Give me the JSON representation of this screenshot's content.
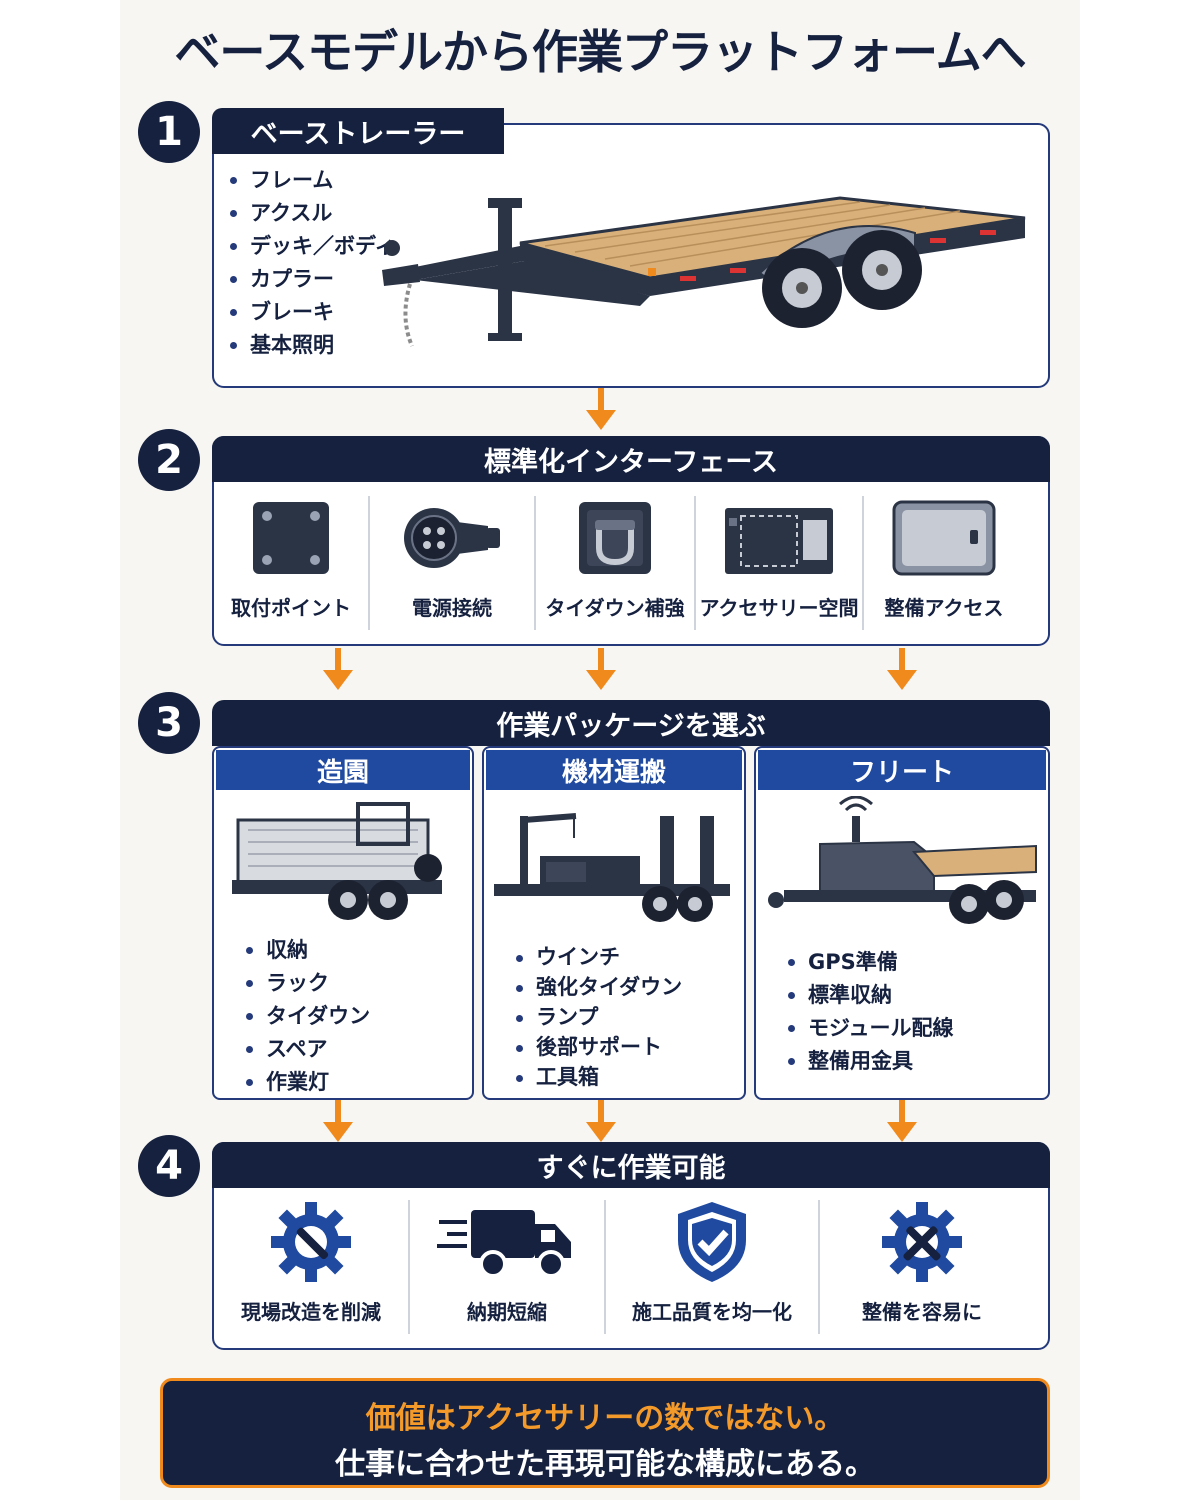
{
  "title": "ベースモデルから作業プラットフォームへ",
  "steps": [
    {
      "num": "1",
      "label": "ベーストレーラー"
    },
    {
      "num": "2",
      "label": "標準化インターフェース"
    },
    {
      "num": "3",
      "label": "作業パッケージを選ぶ"
    },
    {
      "num": "4",
      "label": "すぐに作業可能"
    }
  ],
  "base_items": [
    "フレーム",
    "アクスル",
    "デッキ／ボディ",
    "カプラー",
    "ブレーキ",
    "基本照明"
  ],
  "interfaces": [
    {
      "label": "取付ポイント",
      "icon": "mounting-plate-icon"
    },
    {
      "label": "電源接続",
      "icon": "power-connector-icon"
    },
    {
      "label": "タイダウン補強",
      "icon": "tie-down-ring-icon"
    },
    {
      "label": "アクセサリー空間",
      "icon": "accessory-space-icon"
    },
    {
      "label": "整備アクセス",
      "icon": "service-panel-icon"
    }
  ],
  "packages": [
    {
      "name": "造園",
      "items": [
        "収納",
        "ラック",
        "タイダウン",
        "スペア",
        "作業灯"
      ]
    },
    {
      "name": "機材運搬",
      "items": [
        "ウインチ",
        "強化タイダウン",
        "ランプ",
        "後部サポート",
        "工具箱"
      ]
    },
    {
      "name": "フリート",
      "items": [
        "GPS準備",
        "標準収納",
        "モジュール配線",
        "整備用金具"
      ]
    }
  ],
  "benefits": [
    {
      "label": "現場改造を削減",
      "icon": "gear-wrench-icon"
    },
    {
      "label": "納期短縮",
      "icon": "fast-truck-icon"
    },
    {
      "label": "施工品質を均一化",
      "icon": "shield-check-icon"
    },
    {
      "label": "整備を容易に",
      "icon": "gear-tools-icon"
    }
  ],
  "footer": {
    "line1": "価値はアクセサリーの数ではない。",
    "line2": "仕事に合わせた再現可能な構成にある。"
  },
  "colors": {
    "navy": "#15213f",
    "blue": "#1f4aa0",
    "accent": "#f08a1c"
  }
}
